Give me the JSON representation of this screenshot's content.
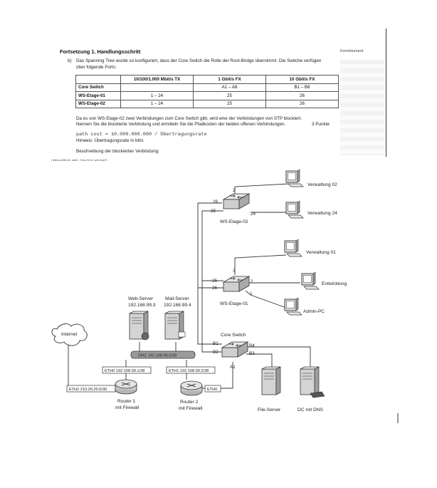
{
  "task": {
    "heading": "Fortsetzung 1. Handlungsschritt",
    "korrektur": "Korrekturrand",
    "part_label": "b)",
    "intro_line1": "Das Spanning Tree wurde so konfiguriert, dass der Core Switch die Rolle der Root-Bridge übernimmt. Die Switche verfügen",
    "intro_line2": "über folgende Ports:",
    "table": {
      "headers": [
        "",
        "10/100/1.000 Mbit/s TX",
        "1 Gbit/s FX",
        "10 Gbit/s FX"
      ],
      "rows": [
        [
          "Core Switch",
          "",
          "A1 – A8",
          "B1 – B8"
        ],
        [
          "WS-Etage-01",
          "1 – 24",
          "25",
          "26"
        ],
        [
          "WS-Etage-02",
          "1 – 24",
          "25",
          "26"
        ]
      ]
    },
    "text_line1": "Da es von WS-Etage-02 zwei Verbindungen zum Core Switch gibt, wird eine der Verbindungen von STP blockiert.",
    "text_line2": "Nennen Sie die blockierte Verbindung und ermitteln Sie die Pfadkosten der beiden offenen Verbindungen.",
    "points": "3 Punkte",
    "formula": "path cost = 10.000.000.000 / Übertragungsrate",
    "hint": "Hinweis: Übertragungsrate in bit/s",
    "answer_prompt": "Beschreibung der blockierten Verbindung:"
  },
  "diagram": {
    "caption": "Netzwerk der REAN GmbH",
    "nodes": {
      "verwaltung02": "Verwaltung 02",
      "verwaltung24": "Verwaltung 24",
      "verwaltung01": "Verwaltung 01",
      "entwicklung": "Entwicklung",
      "admin_pc": "Admin-PC",
      "ws_etage_02": "WS-Etage-02",
      "ws_etage_01": "WS-Etage-01",
      "core_switch": "Core Switch",
      "web_server": "Web-Server",
      "web_server_ip": "192.168.99.3",
      "mail_server": "Mail-Server",
      "mail_server_ip": "192.168.99.4",
      "internet": "Internet",
      "dmz": "DMZ 192.168.99.0/28",
      "eth0_r1": "ETH0 192.168.99.1/28",
      "eth1_r2": "ETH1 192.168.99.2/28",
      "eth1_r1": "ETH1 210.20.20.6/30",
      "eth0_r2": "ETH0",
      "router1_line1": "Router 1",
      "router1_line2": "mit Firewall",
      "router2_line1": "Router 2",
      "router2_line2": "mit Firewall",
      "file_server": "File-Server",
      "dc_dns": "DC mit DNS"
    },
    "ports": {
      "ws02_2": "2",
      "ws02_26": "26",
      "ws02_25": "25",
      "ws02_24": "24",
      "ws01_3": "3",
      "ws01_25": "25",
      "ws01_26": "26",
      "ws01_2": "2",
      "ws01_1": "1",
      "core_b1": "B1",
      "core_b2": "B2",
      "core_b4": "B4",
      "core_b3": "B3",
      "core_a1": "A1"
    },
    "colors": {
      "line": "#333333",
      "device": "#c9c9c9",
      "device_dark": "#8a8a8a"
    }
  }
}
